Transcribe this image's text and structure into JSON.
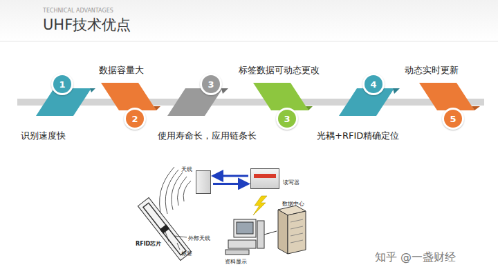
{
  "diagram": {
    "title": "UHF技术优点",
    "nodes": [
      {
        "text": [
          "1"
        ]
      },
      {
        "text": [
          "2"
        ]
      },
      {
        "text": [
          "3"
        ]
      },
      {
        "text": [
          "3"
        ]
      },
      {
        "text": [
          "4"
        ]
      },
      {
        "text": [
          "5"
        ]
      },
      {
        "text": [
          "天线"
        ]
      },
      {
        "text": [
          "读写器"
        ]
      }
    ],
    "edges": [
      {
        "from": 7,
        "to": 6,
        "arrow": "to"
      },
      {
        "from": 6,
        "to": 7,
        "arrow": "to"
      }
    ],
    "labels": [
      "TECHNICAL ADVANTAGES",
      "识别速度快",
      "数据容量大",
      "使用寿命长，应用链条长",
      "标签数据可动态更改",
      "光耦+RFID精确定位",
      "动态实时更新",
      "RFID芯片",
      "外部天线",
      "标签",
      "资料显示",
      "数据中心",
      "知乎 @一盏财经"
    ]
  }
}
